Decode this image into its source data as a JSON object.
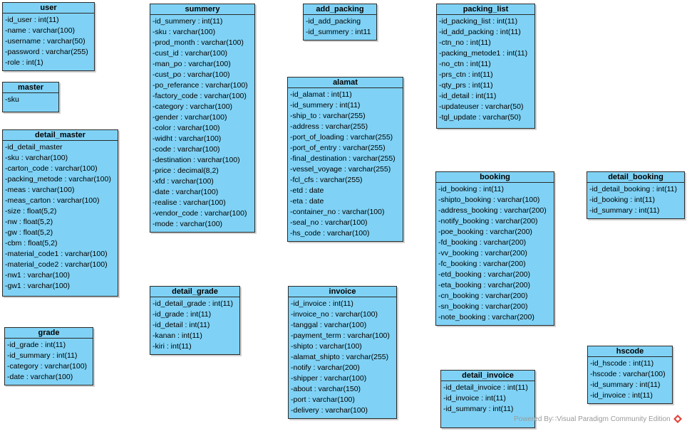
{
  "entities": [
    {
      "name": "user",
      "fields": [
        "-id_user : int(11)",
        "-name : varchar(100)",
        "-username : varchar(50)",
        "-password : varchar(255)",
        "-role : int(1)"
      ]
    },
    {
      "name": "master",
      "fields": [
        "-sku"
      ]
    },
    {
      "name": "detail_master",
      "fields": [
        "-id_detail_master",
        "-sku : varchar(100)",
        "-carton_code : varchar(100)",
        "-packing_metode : varchar(100)",
        "-meas : varchar(100)",
        "-meas_carton : varchar(100)",
        "-size : float(5,2)",
        "-nw : float(5,2)",
        "-gw : float(5,2)",
        "-cbm : float(5,2)",
        "-material_code1 : varchar(100)",
        "-material_code2 : varchar(100)",
        "-nw1 : varchar(100)",
        "-gw1 : varchar(100)"
      ]
    },
    {
      "name": "grade",
      "fields": [
        "-id_grade : int(11)",
        "-id_summary : int(11)",
        "-category : varchar(100)",
        "-date : varchar(100)"
      ]
    },
    {
      "name": "summery",
      "fields": [
        "-id_summery : int(11)",
        "-sku : varchar(100)",
        "-prod_month : varchar(100)",
        "-cust_id : varchar(100)",
        "-man_po : varchar(100)",
        "-cust_po : varchar(100)",
        "-po_referance : varchar(100)",
        "-factory_code : varchar(100)",
        "-category : varchar(100)",
        "-gender : varchar(100)",
        "-color : varchar(100)",
        "-widht : varchar(100)",
        "-code : varchar(100)",
        "-destination : varchar(100)",
        "-price : decimal(8,2)",
        "-xfd : varchar(100)",
        "-date : varchar(100)",
        "-realise : varchar(100)",
        "-vendor_code : varchar(100)",
        "-mode : varchar(100)"
      ]
    },
    {
      "name": "detail_grade",
      "fields": [
        "-id_detail_grade : int(11)",
        "-id_grade : int(11)",
        "-id_detail : int(11)",
        "-kanan : int(11)",
        "-kiri : int(11)"
      ]
    },
    {
      "name": "add_packing",
      "fields": [
        "-id_add_packing",
        "-id_summery : int11"
      ]
    },
    {
      "name": "alamat",
      "fields": [
        "-id_alamat : int(11)",
        "-id_summery : int(11)",
        "-ship_to : varchar(255)",
        "-address : varchar(255)",
        "-port_of_loading : varchar(255)",
        "-port_of_entry : varchar(255)",
        "-final_destination : varchar(255)",
        "-vessel_voyage : varchar(255)",
        "-fcl_cfs : varchar(255)",
        "-etd : date",
        "-eta : date",
        "-container_no : varchar(100)",
        "-seal_no : varchar(100)",
        "-hs_code : varchar(100)"
      ]
    },
    {
      "name": "invoice",
      "fields": [
        "-id_invoice : int(11)",
        "-invoice_no : varchar(100)",
        "-tanggal : varchar(100)",
        "-payment_term : varchar(100)",
        "-shipto : varchar(100)",
        "-alamat_shipto : varchar(255)",
        "-notify : varchar(200)",
        "-shipper : varchar(100)",
        "-about : varchar(150)",
        "-port : varchar(100)",
        "-delivery : varchar(100)"
      ]
    },
    {
      "name": "packing_list",
      "fields": [
        "-id_packing_list : int(11)",
        "-id_add_packing : int(11)",
        "-ctn_no : int(11)",
        "-packing_metode1 : int(11)",
        "-no_ctn : int(11)",
        "-prs_ctn : int(11)",
        "-qty_prs : int(11)",
        "-id_detail : int(11)",
        "-updateuser : varchar(50)",
        "-tgl_update : varchar(50)"
      ]
    },
    {
      "name": "booking",
      "fields": [
        "-id_booking : int(11)",
        "-shipto_booking : varchar(100)",
        "-address_booking : varchar(200)",
        "-notify_booking : varchar(200)",
        "-poe_booking : varchar(200)",
        "-fd_booking : varchar(200)",
        "-vv_booking : varchar(200)",
        "-fc_booking : varchar(200)",
        "-etd_booking : varchar(200)",
        "-eta_booking : varchar(200)",
        "-cn_booking : varchar(200)",
        "-sn_booking : varchar(200)",
        "-note_booking : varchar(200)"
      ]
    },
    {
      "name": "detail_invoice",
      "fields": [
        "-id_detail_invoice : int(11)",
        "-id_invoice : int(11)",
        "-id_summary : int(11)"
      ]
    },
    {
      "name": "detail_booking",
      "fields": [
        "-id_detail_booking : int(11)",
        "-id_booking : int(11)",
        "-id_summary : int(11)"
      ]
    },
    {
      "name": "hscode",
      "fields": [
        "-id_hscode : int(11)",
        "-hscode : varchar(100)",
        "-id_summary : int(11)",
        "-id_invoice : int(11)"
      ]
    }
  ],
  "watermark": "Powered By∷Visual Paradigm Community Edition"
}
